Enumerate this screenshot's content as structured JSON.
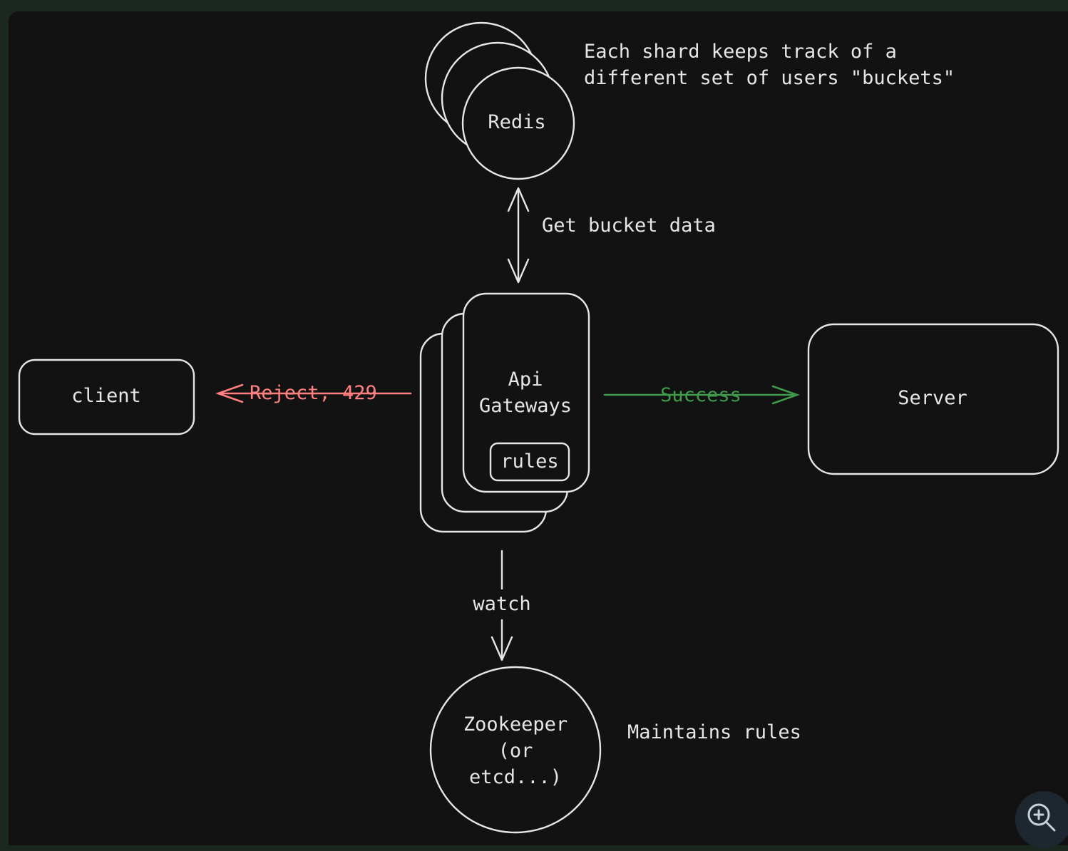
{
  "nodes": {
    "redis": "Redis",
    "api_gateways": [
      "Api",
      "Gateways"
    ],
    "rules": "rules",
    "client": "client",
    "server": "Server",
    "zookeeper": [
      "Zookeeper",
      "(or",
      "etcd...)"
    ]
  },
  "annotations": {
    "shards_note": [
      "Each shard keeps track of a",
      "different set of users \"buckets\""
    ],
    "get_bucket_data": "Get bucket data",
    "maintains_rules": "Maintains rules"
  },
  "edges": {
    "reject": "Reject, 429",
    "success": "Success",
    "watch": "watch"
  },
  "colors": {
    "stroke": "#e6e6e6",
    "reject": "#ff8080",
    "success": "#3f9a4a",
    "canvas": "#121212"
  },
  "controls": {
    "zoom_icon": "zoom-in-icon"
  }
}
